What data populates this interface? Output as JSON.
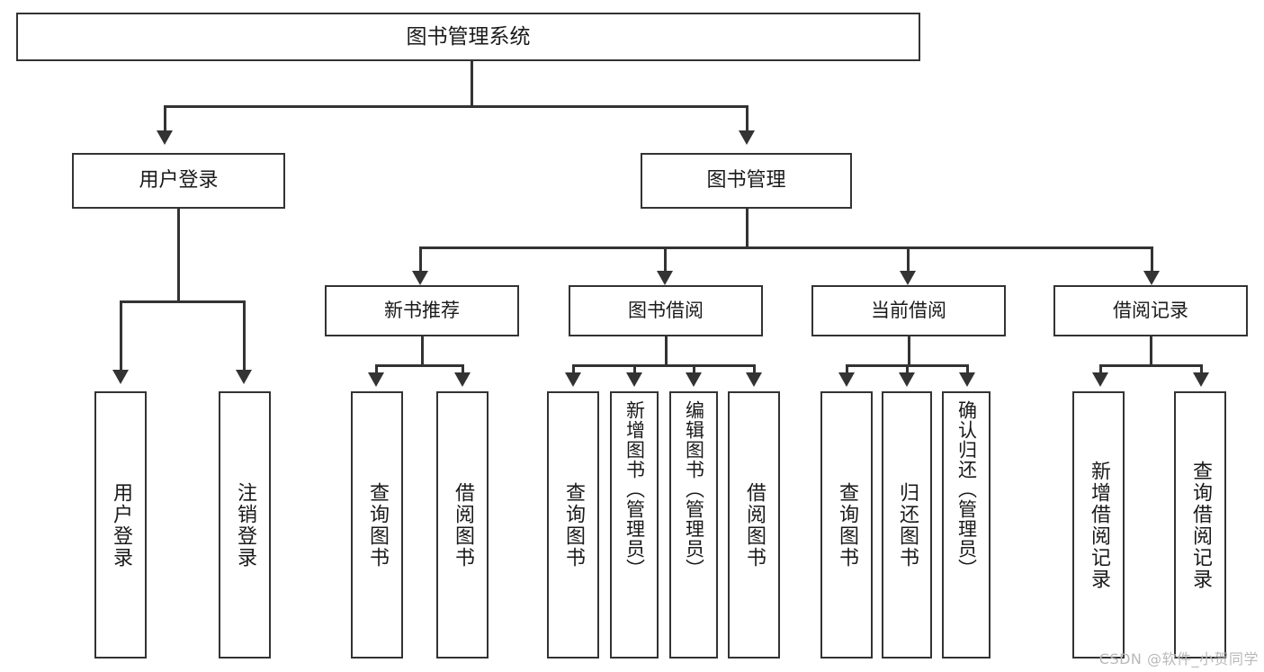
{
  "diagram": {
    "title": "图书管理系统",
    "type": "tree",
    "root": {
      "id": "root",
      "label": "图书管理系统"
    },
    "level1": [
      {
        "id": "user-login",
        "label": "用户登录"
      },
      {
        "id": "book-manage",
        "label": "图书管理"
      }
    ],
    "level2": [
      {
        "id": "new-book",
        "label": "新书推荐"
      },
      {
        "id": "borrow",
        "label": "图书借阅"
      },
      {
        "id": "current",
        "label": "当前借阅"
      },
      {
        "id": "record",
        "label": "借阅记录"
      }
    ],
    "leaves": [
      {
        "id": "leaf-user-login",
        "parent": "user-login",
        "label": "用户登录"
      },
      {
        "id": "leaf-user-logout",
        "parent": "user-login",
        "label": "注销登录"
      },
      {
        "id": "leaf-query-book-1",
        "parent": "new-book",
        "label": "查询图书"
      },
      {
        "id": "leaf-borrow-book-1",
        "parent": "new-book",
        "label": "借阅图书"
      },
      {
        "id": "leaf-query-book-2",
        "parent": "borrow",
        "label": "查询图书"
      },
      {
        "id": "leaf-add-book",
        "parent": "borrow",
        "label": "新增图书（管理员）"
      },
      {
        "id": "leaf-edit-book",
        "parent": "borrow",
        "label": "编辑图书（管理员）"
      },
      {
        "id": "leaf-borrow-book-2",
        "parent": "borrow",
        "label": "借阅图书"
      },
      {
        "id": "leaf-query-book-3",
        "parent": "current",
        "label": "查询图书"
      },
      {
        "id": "leaf-return-book",
        "parent": "current",
        "label": "归还图书"
      },
      {
        "id": "leaf-confirm-return",
        "parent": "current",
        "label": "确认归还（管理员）"
      },
      {
        "id": "leaf-add-record",
        "parent": "record",
        "label": "新增借阅记录"
      },
      {
        "id": "leaf-query-record",
        "parent": "record",
        "label": "查询借阅记录"
      }
    ]
  },
  "watermark": {
    "text": "CSDN @软件_小贺同学"
  },
  "colors": {
    "stroke": "#333333",
    "box_fill": "#ffffff",
    "text": "#1a1a1a",
    "watermark": "#b9b9b9",
    "background": "#ffffff"
  }
}
